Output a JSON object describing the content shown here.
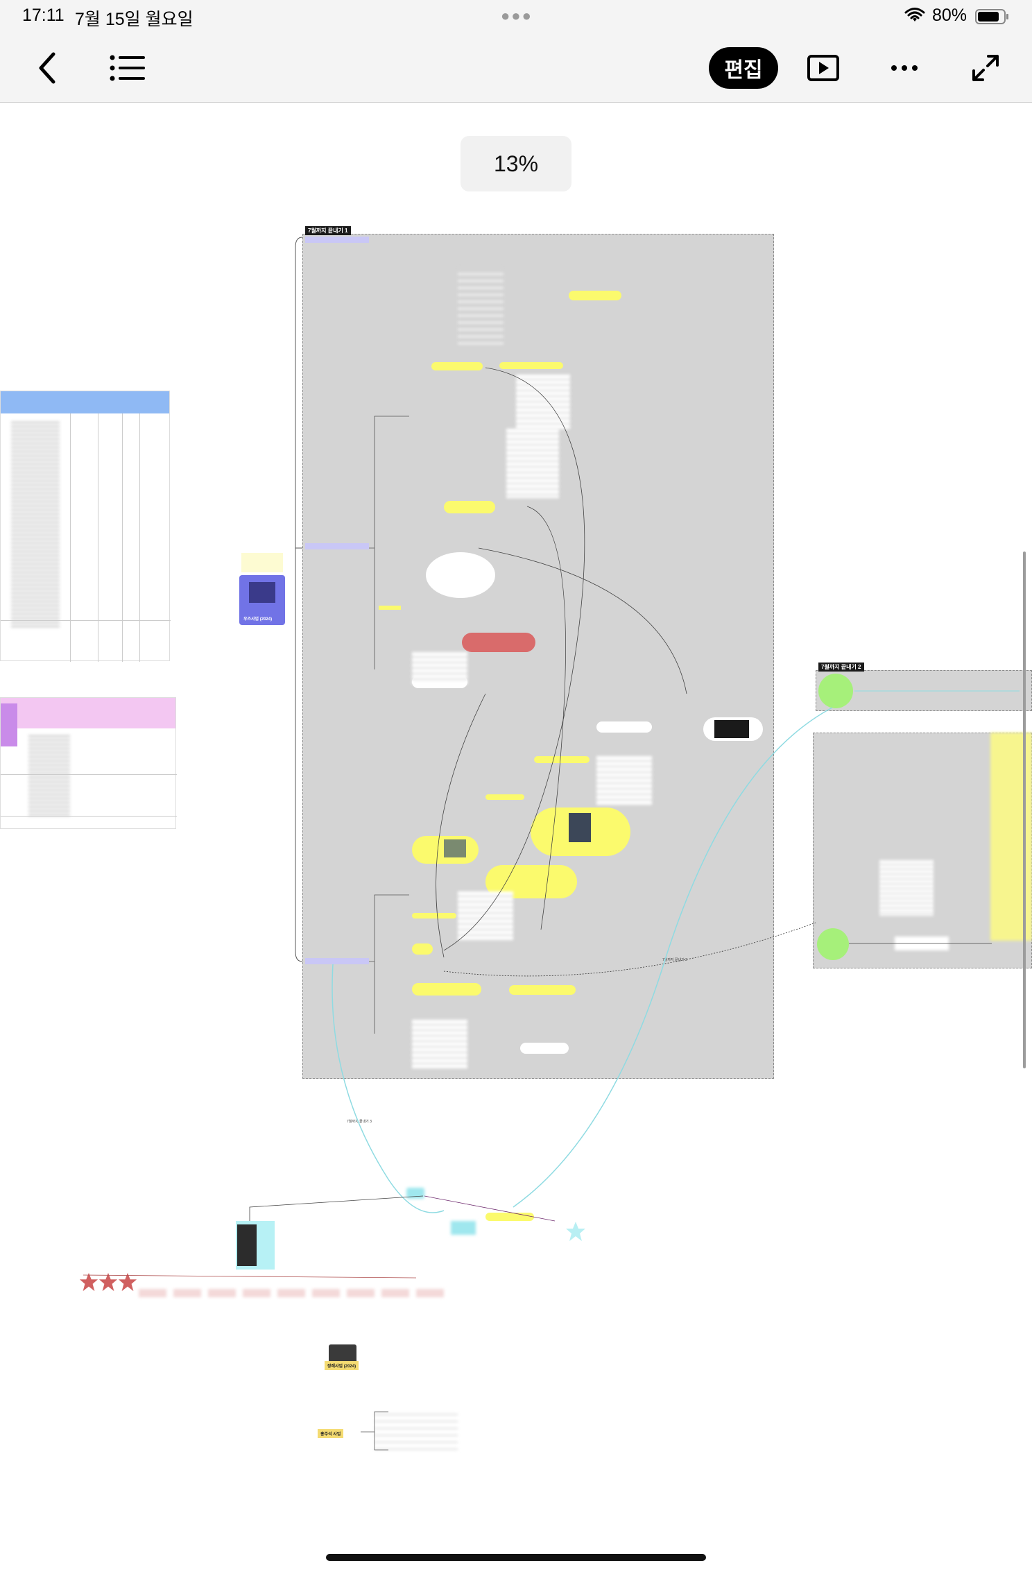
{
  "status_bar": {
    "time": "17:11",
    "date": "7월 15일 월요일",
    "battery": "80%"
  },
  "toolbar": {
    "back_icon": "chevron-left-icon",
    "outline_icon": "list-icon",
    "edit_label": "편집",
    "play_icon": "play-icon",
    "more_icon": "ellipsis-icon",
    "expand_icon": "expand-icon"
  },
  "canvas": {
    "zoom": "13%",
    "frames": {
      "main_title": "7월까지 끝내기 1",
      "right_title": "7월까지 끝내기 2"
    },
    "nodes": {
      "left_topic": "우즈사업 (2024)",
      "bottom_topic": "장례사업 (2024)",
      "bottom_branch": "홍주석 사업",
      "link_label_a": "7월까지 끝내기 3",
      "link_label_b": "7월까지 끝내기 2"
    }
  },
  "colors": {
    "frame_bg": "#d4d4d4",
    "yellow": "#fbfa6d",
    "lavender": "#c9c7f6",
    "green": "#a6f07a",
    "cyan": "#9fe7ee",
    "red": "#e05757"
  }
}
